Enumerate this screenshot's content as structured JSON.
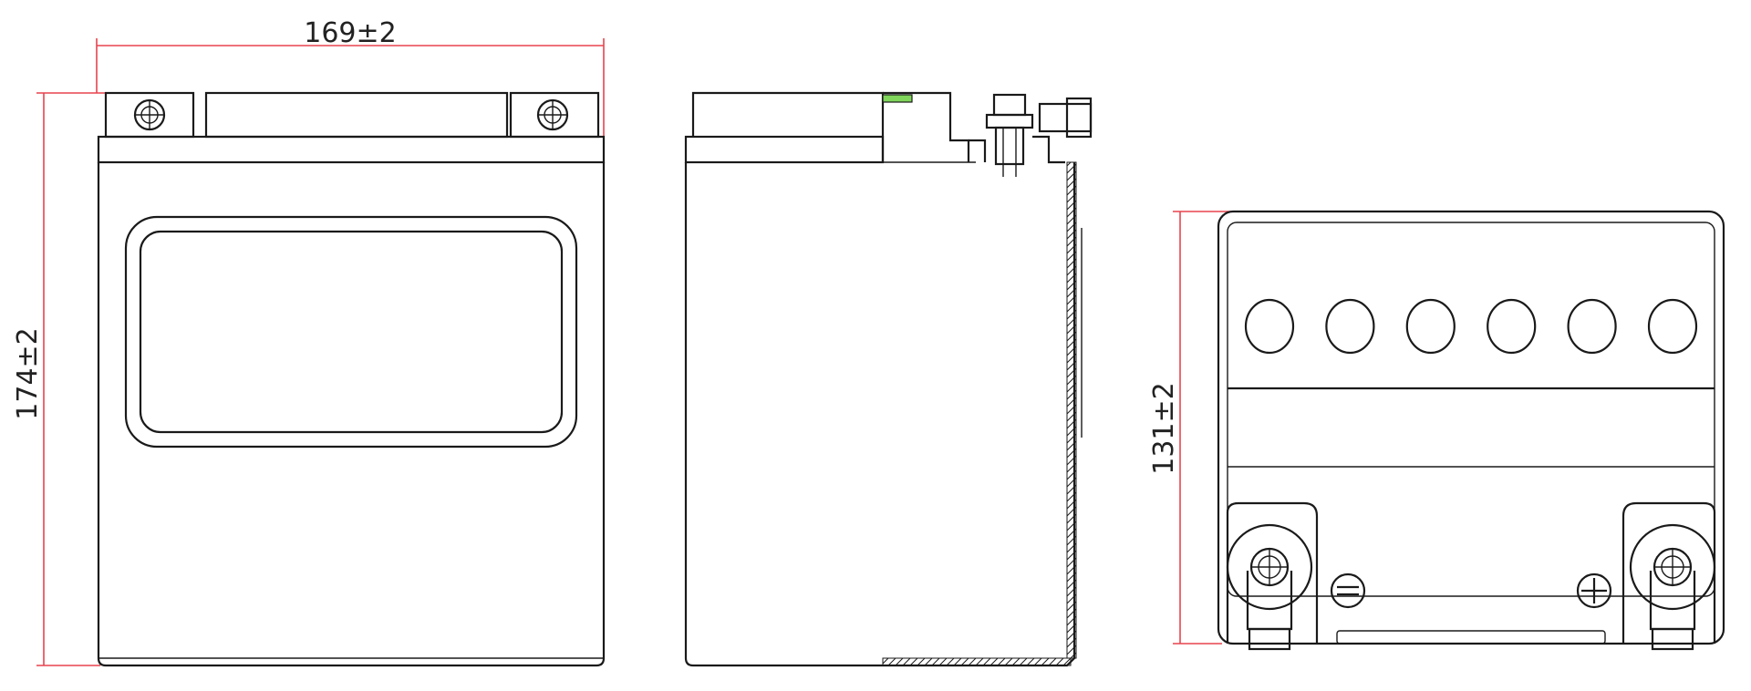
{
  "dimensions": {
    "width_label": "169±2",
    "height_label": "174±2",
    "depth_label": "131±2"
  },
  "colors": {
    "dimension_line": "#e8444f",
    "outline": "#1a1a1a",
    "vent_accent": "#7fd65a"
  },
  "views": {
    "front": {
      "terminal_icons": [
        "terminal-bolt-icon",
        "terminal-bolt-icon"
      ]
    },
    "side": {
      "vent_icon": "vent-cap-icon"
    },
    "top": {
      "cell_cap_count": 6,
      "polarity_markers": [
        "minus-symbol-icon",
        "plus-symbol-icon"
      ]
    }
  }
}
